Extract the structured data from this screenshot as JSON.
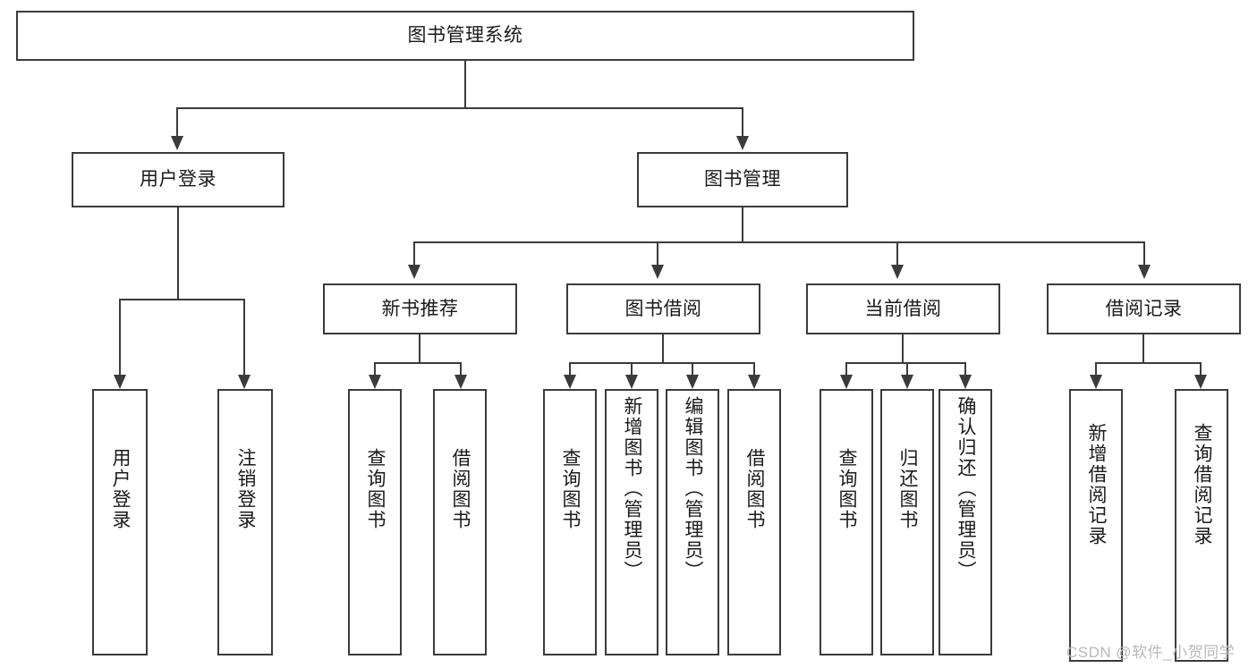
{
  "diagram": {
    "type": "tree-hierarchy",
    "title": "图书管理系统",
    "watermark": "CSDN @软件_小贺同学",
    "colors": {
      "stroke": "#3b3b3b",
      "fill": "#ffffff",
      "text": "#1a1a1a",
      "watermark": "#b9b9b9"
    },
    "levels": {
      "root": "图书管理系统",
      "level2": [
        "用户登录",
        "图书管理"
      ],
      "level3": [
        "新书推荐",
        "图书借阅",
        "当前借阅",
        "借阅记录"
      ]
    },
    "nodes": {
      "root": {
        "label": "图书管理系统"
      },
      "user_login": {
        "label": "用户登录"
      },
      "book_manage": {
        "label": "图书管理"
      },
      "new_book_rec": {
        "label": "新书推荐"
      },
      "book_borrow": {
        "label": "图书借阅"
      },
      "current_borrow": {
        "label": "当前借阅"
      },
      "borrow_record": {
        "label": "借阅记录"
      },
      "leaf_user_login": {
        "label": "用户登录"
      },
      "leaf_logout": {
        "label": "注销登录"
      },
      "leaf_query_book_1": {
        "label": "查询图书"
      },
      "leaf_borrow_book_1": {
        "label": "借阅图书"
      },
      "leaf_query_book_2": {
        "label": "查询图书"
      },
      "leaf_add_book": {
        "label": "新增图书（管理员）"
      },
      "leaf_edit_book": {
        "label": "编辑图书（管理员）"
      },
      "leaf_borrow_book_2": {
        "label": "借阅图书"
      },
      "leaf_query_book_3": {
        "label": "查询图书"
      },
      "leaf_return_book": {
        "label": "归还图书"
      },
      "leaf_confirm_return": {
        "label": "确认归还（管理员）"
      },
      "leaf_add_record": {
        "label": "新增借阅记录"
      },
      "leaf_query_record": {
        "label": "查询借阅记录"
      }
    },
    "edges": [
      {
        "from": "root",
        "to": "user_login"
      },
      {
        "from": "root",
        "to": "book_manage"
      },
      {
        "from": "user_login",
        "to": "leaf_user_login"
      },
      {
        "from": "user_login",
        "to": "leaf_logout"
      },
      {
        "from": "book_manage",
        "to": "new_book_rec"
      },
      {
        "from": "book_manage",
        "to": "book_borrow"
      },
      {
        "from": "book_manage",
        "to": "current_borrow"
      },
      {
        "from": "book_manage",
        "to": "borrow_record"
      },
      {
        "from": "new_book_rec",
        "to": "leaf_query_book_1"
      },
      {
        "from": "new_book_rec",
        "to": "leaf_borrow_book_1"
      },
      {
        "from": "book_borrow",
        "to": "leaf_query_book_2"
      },
      {
        "from": "book_borrow",
        "to": "leaf_add_book"
      },
      {
        "from": "book_borrow",
        "to": "leaf_edit_book"
      },
      {
        "from": "book_borrow",
        "to": "leaf_borrow_book_2"
      },
      {
        "from": "current_borrow",
        "to": "leaf_query_book_3"
      },
      {
        "from": "current_borrow",
        "to": "leaf_return_book"
      },
      {
        "from": "current_borrow",
        "to": "leaf_confirm_return"
      },
      {
        "from": "borrow_record",
        "to": "leaf_add_record"
      },
      {
        "from": "borrow_record",
        "to": "leaf_query_record"
      }
    ]
  }
}
